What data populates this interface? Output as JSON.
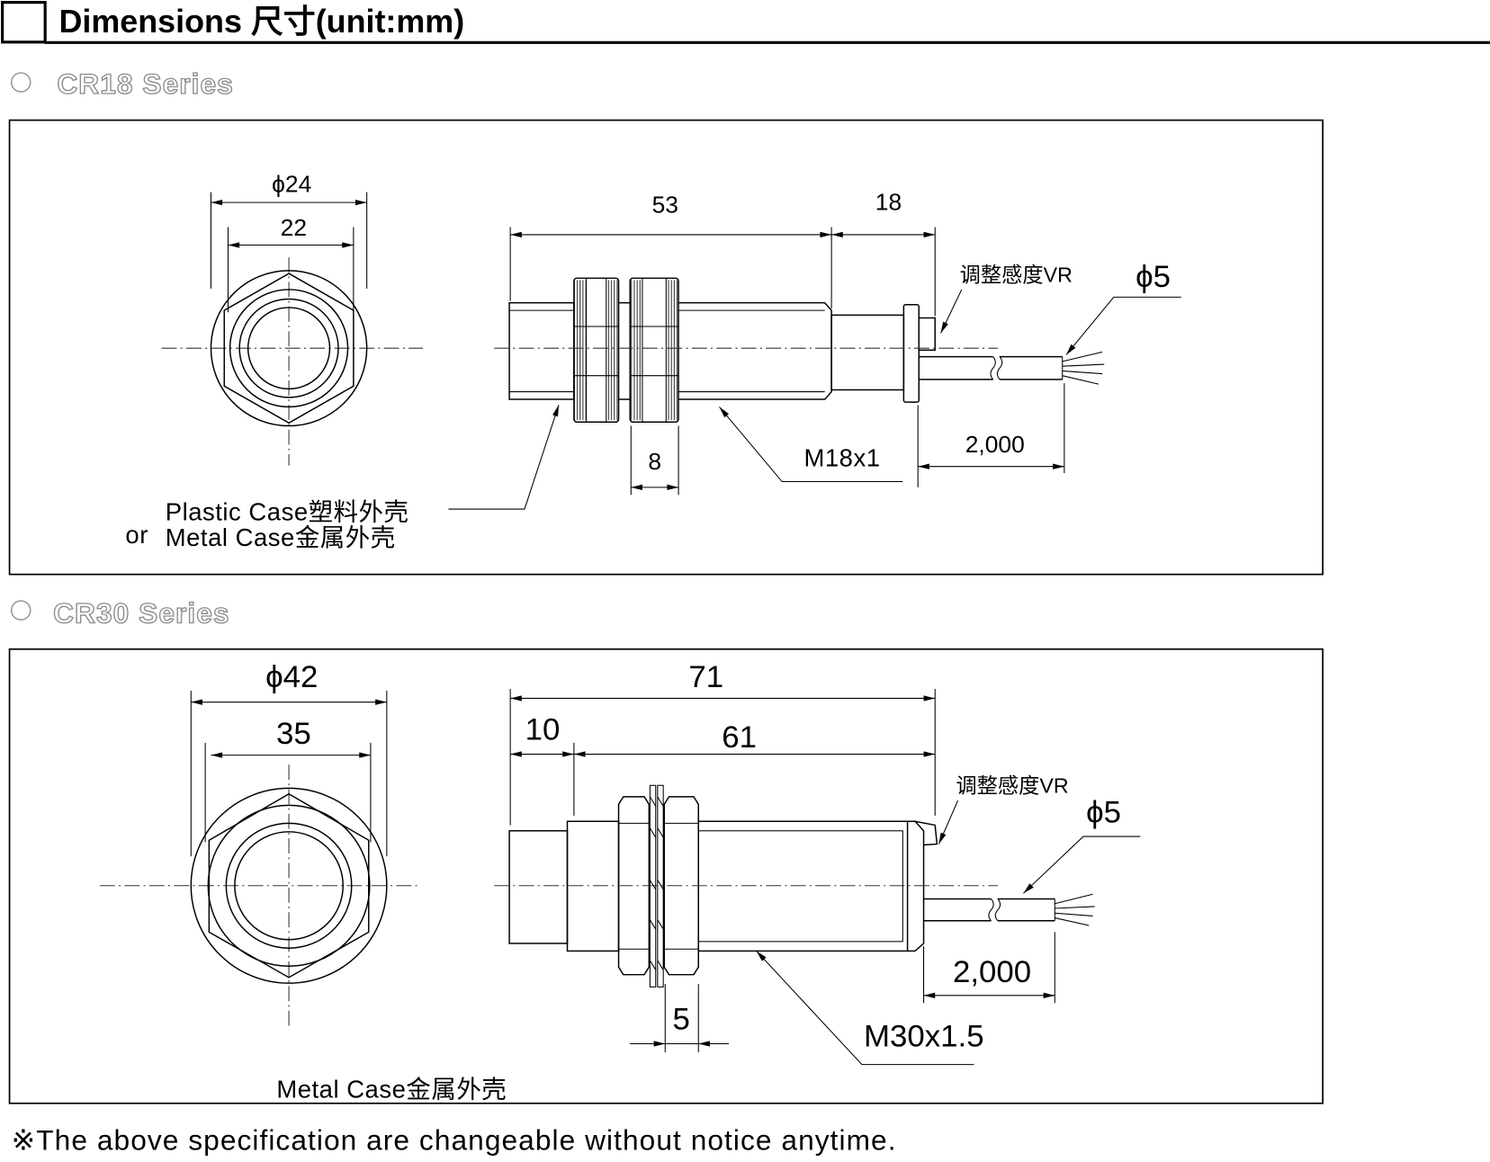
{
  "header": {
    "title": "Dimensions 尺寸(unit:mm)"
  },
  "colors": {
    "ink": "#000000",
    "series_label_outline": "#8c8c8c"
  },
  "sections": [
    {
      "series": "CR18 Series",
      "labels": {
        "outer_diameter": "ϕ24",
        "hex_width": "22",
        "body_length": "53",
        "rear_length": "18",
        "vr_label": "调整感度VR",
        "cable_diameter": "ϕ5",
        "nut_thickness": "8",
        "thread": "M18x1",
        "cable_length": "2,000",
        "case_line1": "Plastic Case塑料外壳",
        "case_or": "or",
        "case_line2": "Metal Case金属外壳"
      }
    },
    {
      "series": "CR30 Series",
      "labels": {
        "outer_diameter": "ϕ42",
        "hex_width": "35",
        "total_length": "71",
        "front_length": "10",
        "thread_length": "61",
        "vr_label": "调整感度VR",
        "cable_diameter": "ϕ5",
        "cable_length": "2,000",
        "nut_thickness": "5",
        "thread": "M30x1.5",
        "case": "Metal Case金属外壳"
      }
    }
  ],
  "footer": {
    "note": "※The above specification are changeable without notice anytime."
  }
}
